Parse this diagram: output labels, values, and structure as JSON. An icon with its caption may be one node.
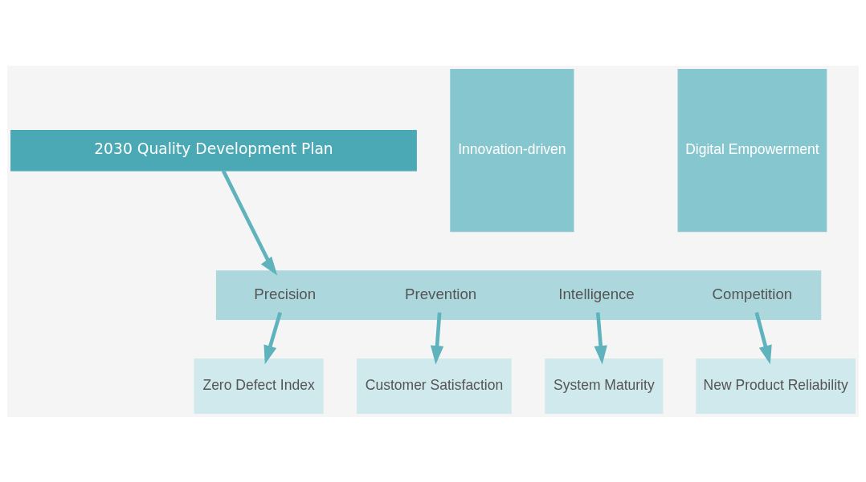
{
  "diagram": {
    "nodes": [
      {
        "text": [
          "2030 Quality Development Plan"
        ]
      },
      {
        "text": [
          "Innovation-driven"
        ]
      },
      {
        "text": [
          "Digital Empowerment"
        ]
      },
      {
        "text": [],
        "shape": "bar"
      },
      {
        "text": [
          "Prevention"
        ],
        "in": 3
      },
      {
        "text": [
          "Precision"
        ],
        "in": 3
      },
      {
        "text": [
          "Intelligence"
        ],
        "in": 3
      },
      {
        "text": [
          "Competition"
        ],
        "in": 3
      },
      {
        "text": [
          "Customer Satisfaction"
        ]
      },
      {
        "text": [
          "Zero Defect Index"
        ]
      },
      {
        "text": [
          "System Maturity"
        ]
      },
      {
        "text": [
          "New Product Reliability"
        ]
      }
    ],
    "edges": [
      {
        "from": 0,
        "to": 3,
        "arrow": "to"
      },
      {
        "from": 4,
        "to": 8,
        "arrow": "to"
      },
      {
        "from": 5,
        "to": 9,
        "arrow": "to"
      },
      {
        "from": 6,
        "to": 10,
        "arrow": "to"
      },
      {
        "from": 7,
        "to": 11,
        "arrow": "to"
      }
    ]
  }
}
